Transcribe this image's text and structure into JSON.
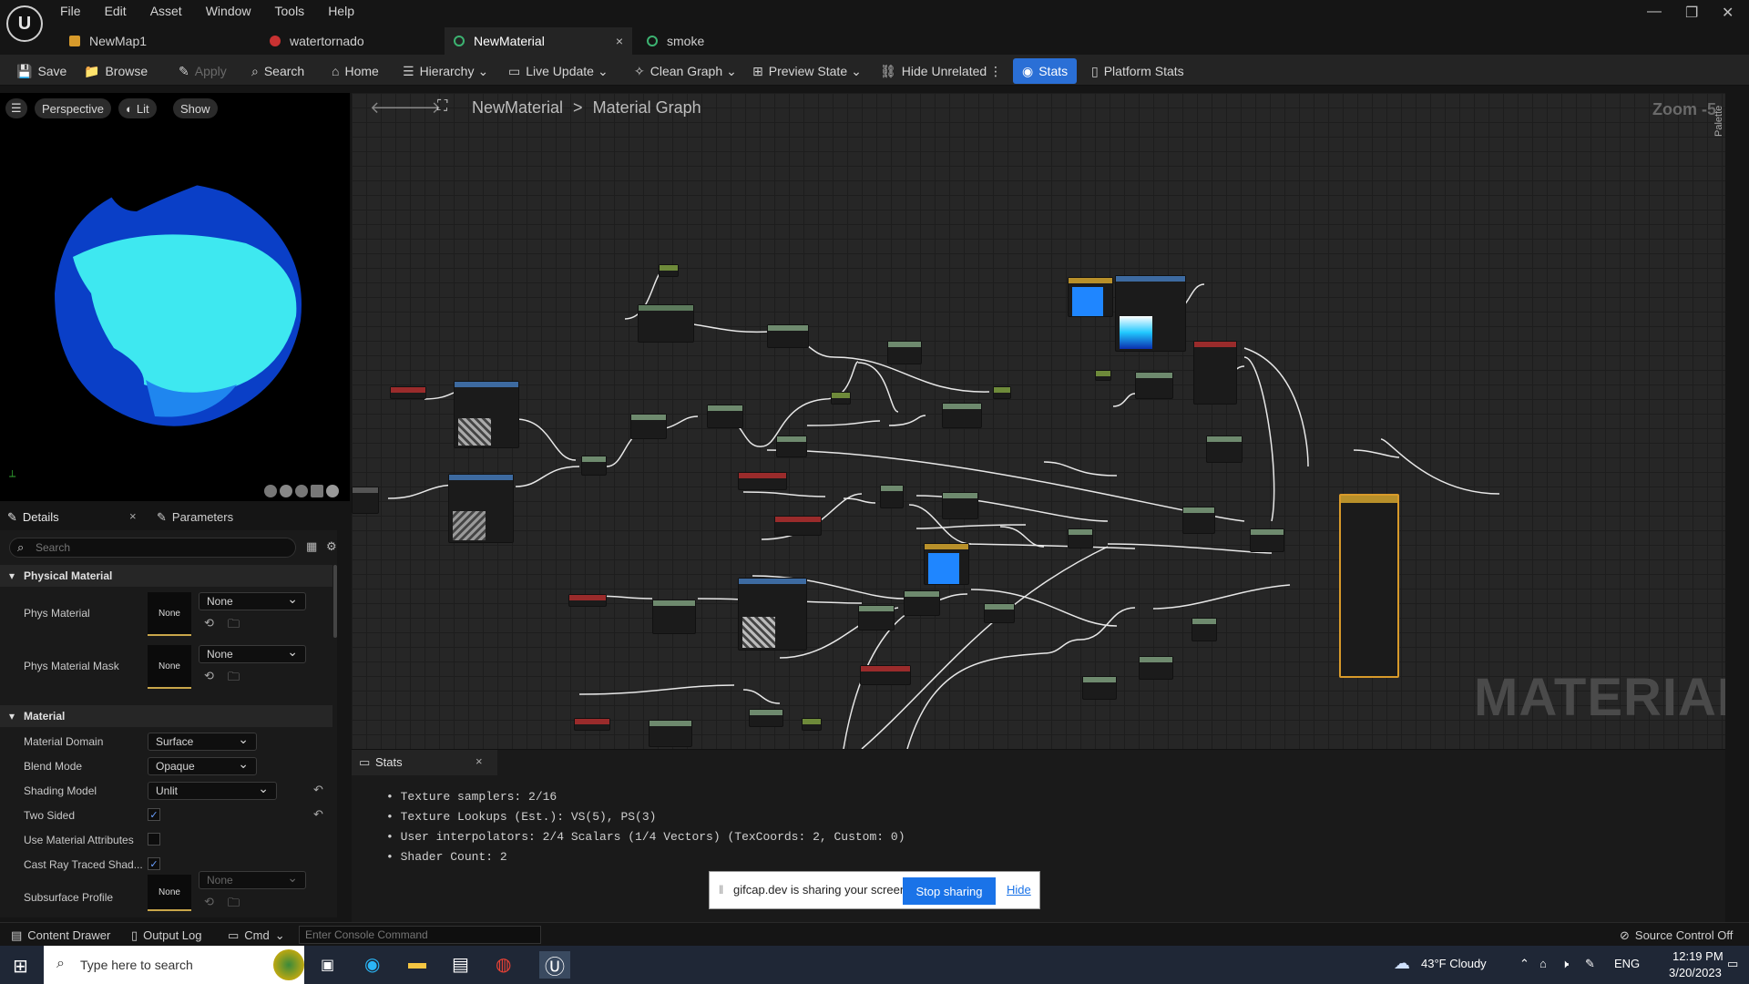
{
  "menu": [
    "File",
    "Edit",
    "Asset",
    "Window",
    "Tools",
    "Help"
  ],
  "tabs": [
    {
      "label": "NewMap1",
      "color": "#d79a2b"
    },
    {
      "label": "watertornado",
      "color": "#c83232"
    },
    {
      "label": "NewMaterial",
      "color": "#3cb371",
      "close": "×"
    },
    {
      "label": "smoke",
      "color": "#3cb371"
    }
  ],
  "toolbar": {
    "save": "Save",
    "browse": "Browse",
    "apply": "Apply",
    "search": "Search",
    "home": "Home",
    "hierarchy": "Hierarchy",
    "live_update": "Live Update",
    "clean_graph": "Clean Graph",
    "preview_state": "Preview State",
    "hide_unrelated": "Hide Unrelated",
    "stats": "Stats",
    "platform_stats": "Platform Stats"
  },
  "viewport": {
    "perspective": "Perspective",
    "lit": "Lit",
    "show": "Show"
  },
  "details": {
    "tab_details": "Details",
    "tab_close": "×",
    "tab_parameters": "Parameters",
    "search_placeholder": "Search",
    "section_physical": "Physical Material",
    "phys_material": "Phys Material",
    "phys_material_value": "None",
    "phys_material_thumb": "None",
    "phys_material_mask": "Phys Material Mask",
    "phys_material_mask_value": "None",
    "phys_material_mask_thumb": "None",
    "section_material": "Material",
    "material_domain": "Material Domain",
    "material_domain_value": "Surface",
    "blend_mode": "Blend Mode",
    "blend_mode_value": "Opaque",
    "shading_model": "Shading Model",
    "shading_model_value": "Unlit",
    "two_sided": "Two Sided",
    "use_material_attributes": "Use Material Attributes",
    "cast_ray_traced": "Cast Ray Traced Shad...",
    "subsurface_profile": "Subsurface Profile",
    "subsurface_value": "None",
    "subsurface_thumb": "None",
    "checks": {
      "two_sided": true,
      "use_material_attributes": false,
      "cast_ray_traced": true
    }
  },
  "graph": {
    "breadcrumb_root": "NewMaterial",
    "breadcrumb_sep": ">",
    "breadcrumb_leaf": "Material Graph",
    "zoom": "Zoom -5",
    "palette": "Palette",
    "watermark": "MATERIAL"
  },
  "stats": {
    "tab": "Stats",
    "close": "×",
    "lines": [
      "• Texture samplers: 2/16",
      "• Texture Lookups (Est.): VS(5), PS(3)",
      "• User interpolators: 2/4 Scalars (1/4 Vectors) (TexCoords: 2, Custom: 0)",
      "• Shader Count: 2"
    ]
  },
  "share": {
    "text": "gifcap.dev is sharing your screen.",
    "stop": "Stop sharing",
    "hide": "Hide"
  },
  "bottom": {
    "content_drawer": "Content Drawer",
    "output_log": "Output Log",
    "cmd": "Cmd",
    "console_placeholder": "Enter Console Command",
    "source_control": "Source Control Off"
  },
  "taskbar": {
    "search": "Type here to search",
    "weather": "43°F Cloudy",
    "lang": "ENG",
    "time": "12:19 PM",
    "date": "3/20/2023"
  }
}
